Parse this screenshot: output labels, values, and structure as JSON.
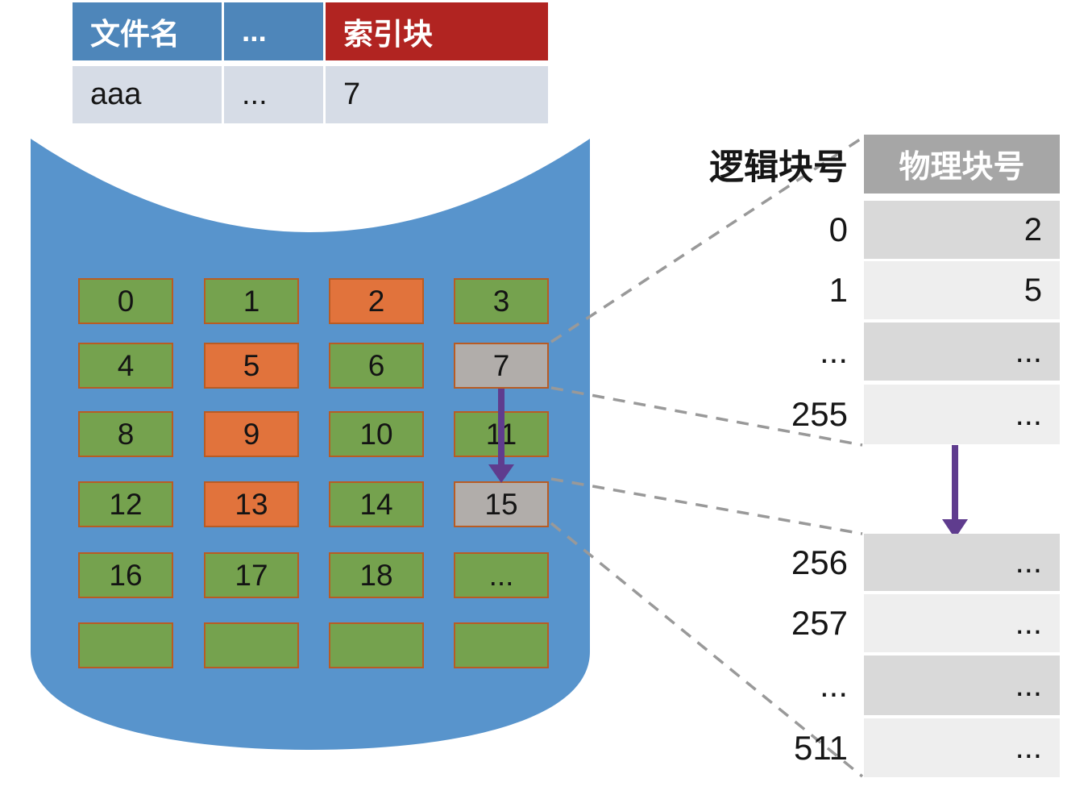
{
  "file_table": {
    "headers": {
      "filename": "文件名",
      "ellipsis": "...",
      "index_block": "索引块"
    },
    "row": {
      "filename": "aaa",
      "ellipsis": "...",
      "index_block": "7"
    }
  },
  "disk": {
    "blocks": [
      {
        "label": "0",
        "color": "green"
      },
      {
        "label": "1",
        "color": "green"
      },
      {
        "label": "2",
        "color": "orange"
      },
      {
        "label": "3",
        "color": "green"
      },
      {
        "label": "4",
        "color": "green"
      },
      {
        "label": "5",
        "color": "orange"
      },
      {
        "label": "6",
        "color": "green"
      },
      {
        "label": "7",
        "color": "gray"
      },
      {
        "label": "8",
        "color": "green"
      },
      {
        "label": "9",
        "color": "orange"
      },
      {
        "label": "10",
        "color": "green"
      },
      {
        "label": "11",
        "color": "green"
      },
      {
        "label": "12",
        "color": "green"
      },
      {
        "label": "13",
        "color": "orange"
      },
      {
        "label": "14",
        "color": "green"
      },
      {
        "label": "15",
        "color": "gray"
      },
      {
        "label": "16",
        "color": "green"
      },
      {
        "label": "17",
        "color": "green"
      },
      {
        "label": "18",
        "color": "green"
      },
      {
        "label": "...",
        "color": "green"
      },
      {
        "label": "",
        "color": "green"
      },
      {
        "label": "",
        "color": "green"
      },
      {
        "label": "",
        "color": "green"
      },
      {
        "label": "",
        "color": "green"
      }
    ]
  },
  "mapping_table": {
    "logical_header": "逻辑块号",
    "physical_header": "物理块号",
    "sections": [
      {
        "rows": [
          {
            "logical": "0",
            "physical": "2"
          },
          {
            "logical": "1",
            "physical": "5"
          },
          {
            "logical": "...",
            "physical": "..."
          },
          {
            "logical": "255",
            "physical": "..."
          }
        ]
      },
      {
        "rows": [
          {
            "logical": "256",
            "physical": "..."
          },
          {
            "logical": "257",
            "physical": "..."
          },
          {
            "logical": "...",
            "physical": "..."
          },
          {
            "logical": "511",
            "physical": "..."
          }
        ]
      }
    ]
  },
  "colors": {
    "cylinder_blue": "#5894cc",
    "table_header_blue": "#4e86ba",
    "table_header_red": "#b12421",
    "table_row_blue": "#d6dce6",
    "block_green": "#75a24e",
    "block_orange": "#e1733c",
    "block_gray": "#b1adaa",
    "block_border": "#b85c24",
    "map_header_gray": "#a6a6a6",
    "map_row_dark": "#d9d9d9",
    "map_row_light": "#eeeeee",
    "arrow_purple": "#5f3c8e",
    "dash_gray": "#999999"
  }
}
